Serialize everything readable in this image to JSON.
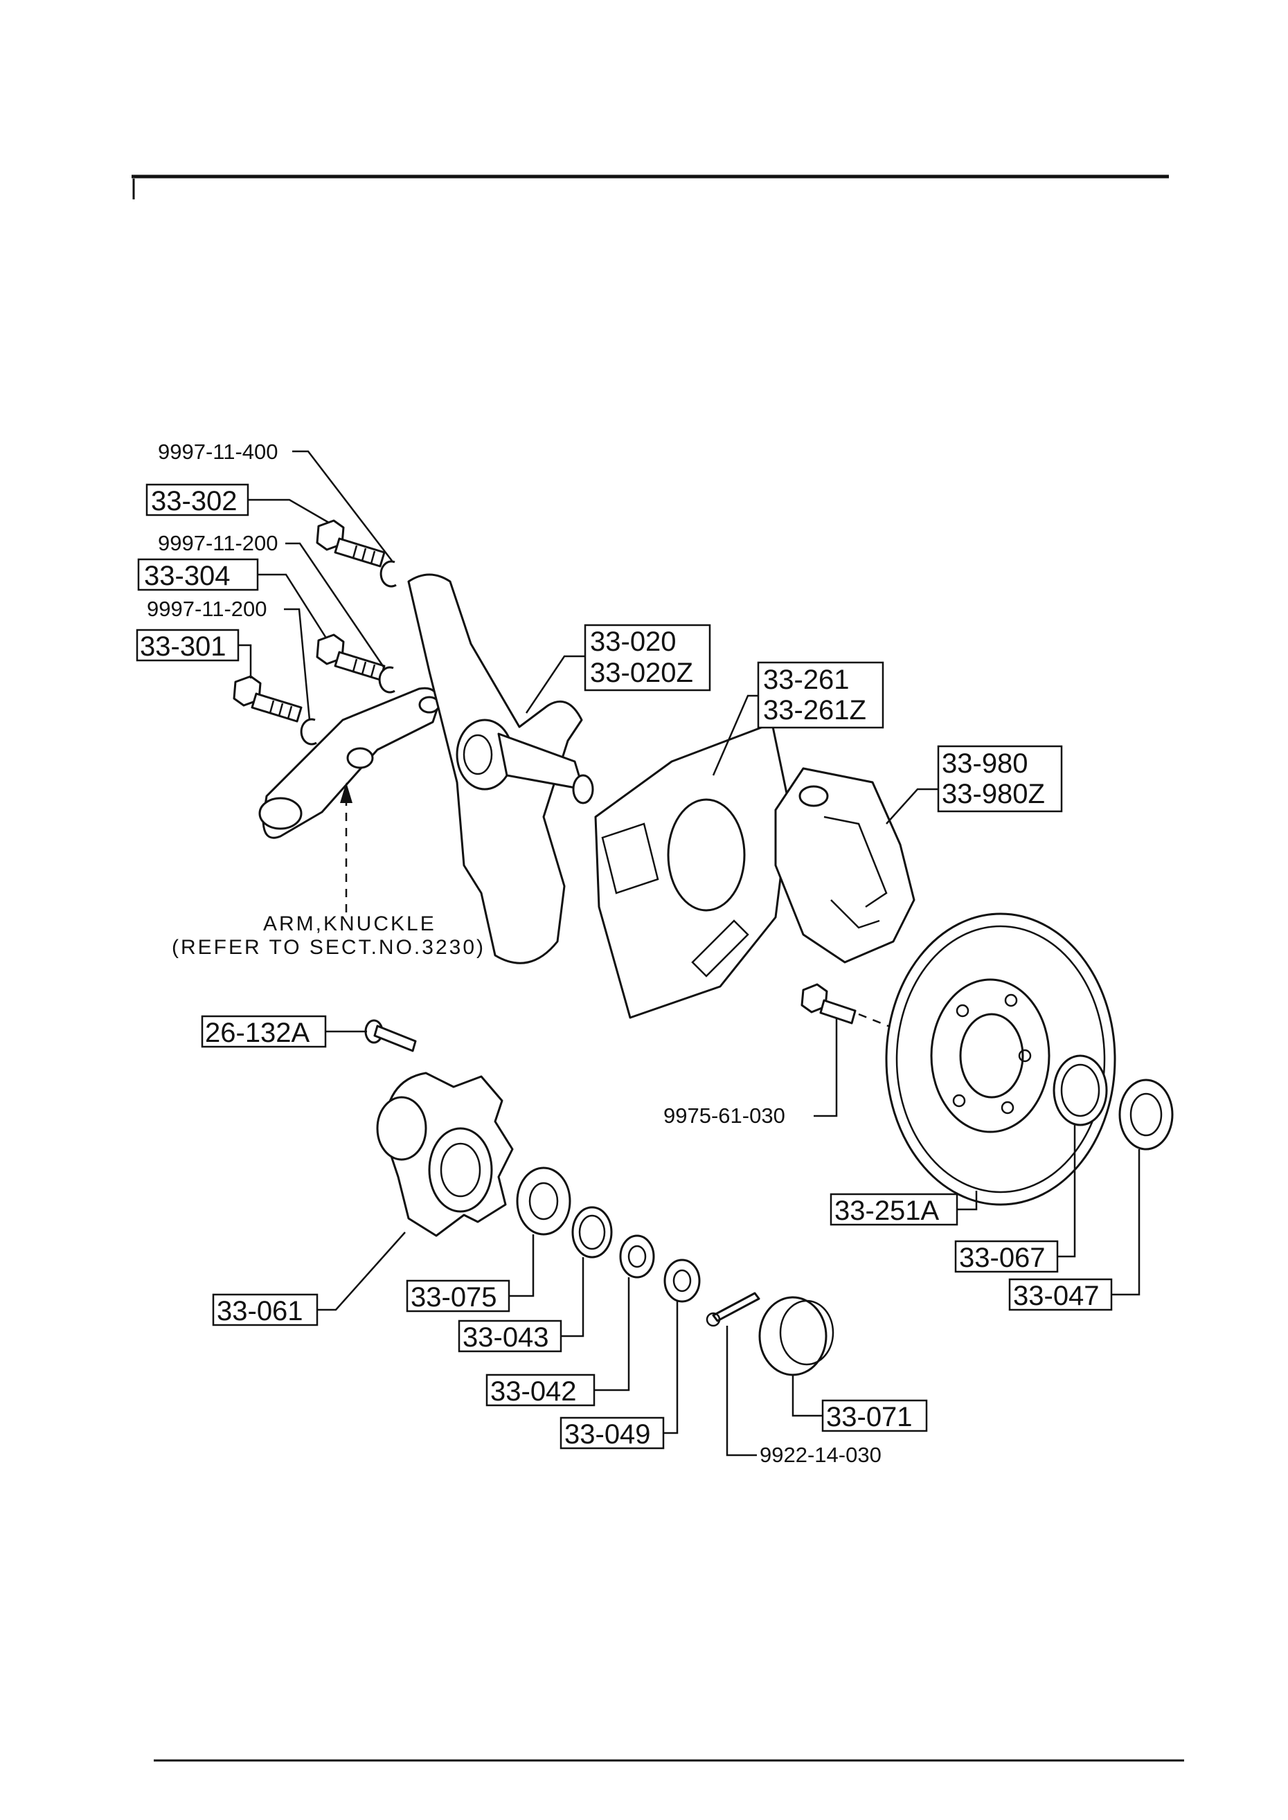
{
  "diagram": {
    "boxed_labels": {
      "p33_302": "33-302",
      "p33_304": "33-304",
      "p33_301": "33-301",
      "p33_020": "33-020",
      "p33_020z": "33-020Z",
      "p33_261": "33-261",
      "p33_261z": "33-261Z",
      "p33_980": "33-980",
      "p33_980z": "33-980Z",
      "p26_132a": "26-132A",
      "p33_251a": "33-251A",
      "p33_067": "33-067",
      "p33_047": "33-047",
      "p33_061": "33-061",
      "p33_075": "33-075",
      "p33_043": "33-043",
      "p33_042": "33-042",
      "p33_049": "33-049",
      "p33_071": "33-071"
    },
    "plain_labels": {
      "n9997_11_400": "9997-11-400",
      "n9997_11_200_a": "9997-11-200",
      "n9997_11_200_b": "9997-11-200",
      "n9975_61_030": "9975-61-030",
      "n9922_14_030": "9922-14-030"
    },
    "note": {
      "line1": "ARM,KNUCKLE",
      "line2": "(REFER TO SECT.NO.3230)"
    }
  }
}
